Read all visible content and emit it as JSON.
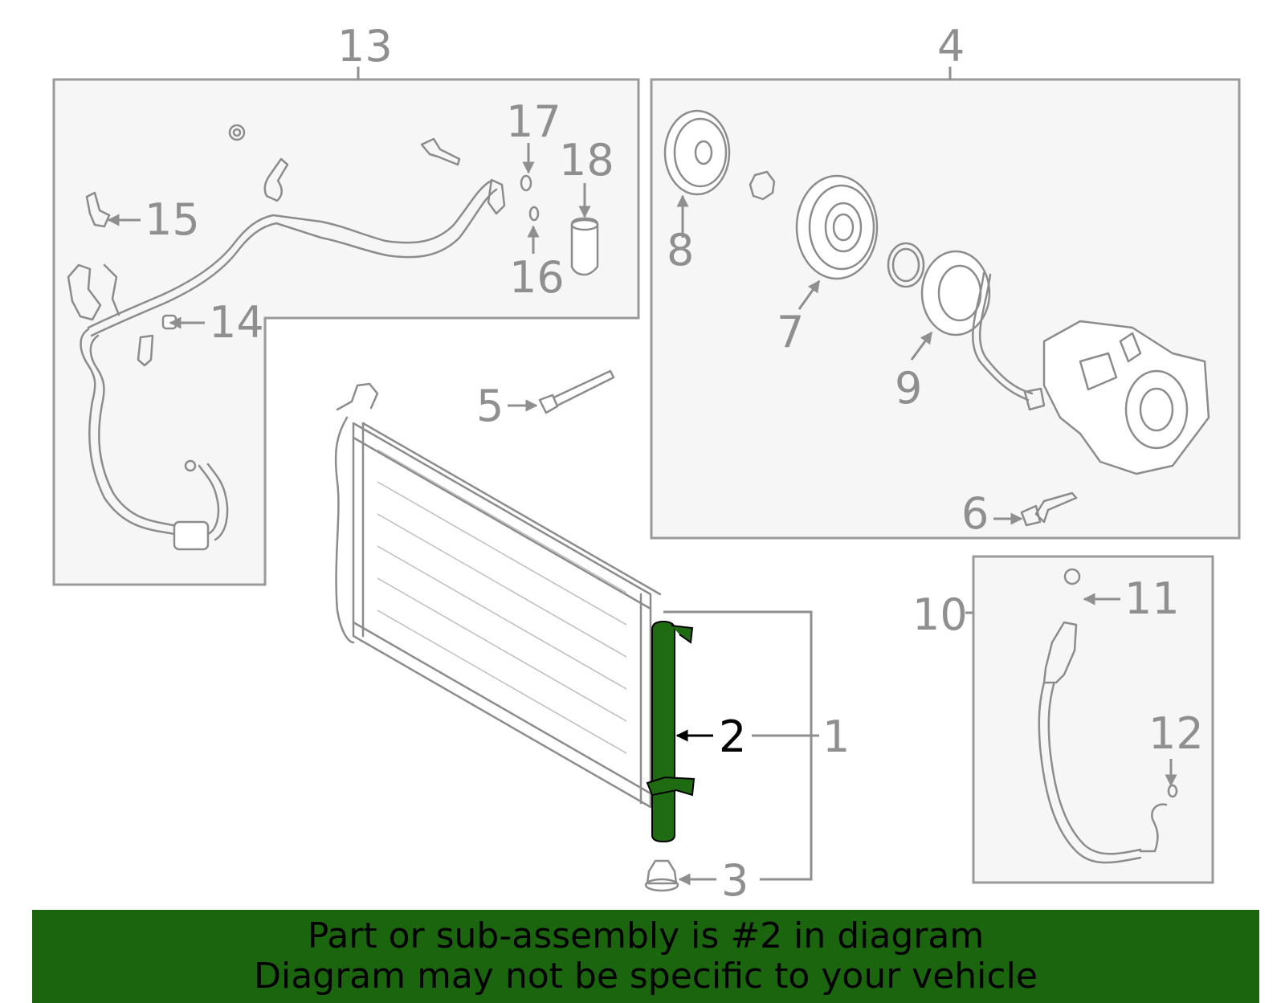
{
  "diagram": {
    "callouts": {
      "c1": "1",
      "c2": "2",
      "c3": "3",
      "c4": "4",
      "c5": "5",
      "c6": "6",
      "c7": "7",
      "c8": "8",
      "c9": "9",
      "c10": "10",
      "c11": "11",
      "c12": "12",
      "c13": "13",
      "c14": "14",
      "c15": "15",
      "c16": "16",
      "c17": "17",
      "c18": "18"
    },
    "highlighted_part": "2",
    "colors": {
      "highlight": "#1f6b12",
      "linework": "#8c8c8c",
      "banner": "#1b650f"
    }
  },
  "banner": {
    "line1": "Part or sub-assembly is #2 in diagram",
    "line2": "Diagram may not be specific to your vehicle"
  }
}
